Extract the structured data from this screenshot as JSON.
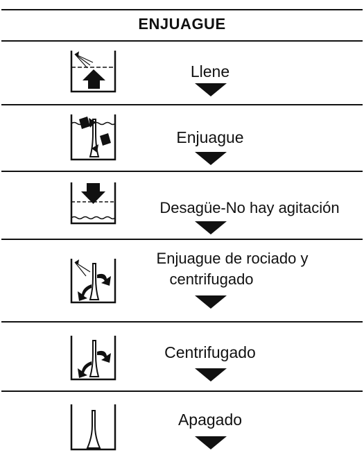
{
  "header": {
    "title": "ENJUAGUE"
  },
  "steps": [
    {
      "label": "Llene",
      "icon": "fill-tub-icon"
    },
    {
      "label": "Enjuague",
      "icon": "rinse-agitate-icon"
    },
    {
      "label": "Desagüe-No hay agitación",
      "icon": "drain-icon"
    },
    {
      "label_line1": "Enjuague de rociado y",
      "label_line2": "centrifugado",
      "icon": "spray-rinse-spin-icon"
    },
    {
      "label": "Centrifugado",
      "icon": "spin-icon"
    },
    {
      "label": "Apagado",
      "icon": "off-icon"
    }
  ]
}
